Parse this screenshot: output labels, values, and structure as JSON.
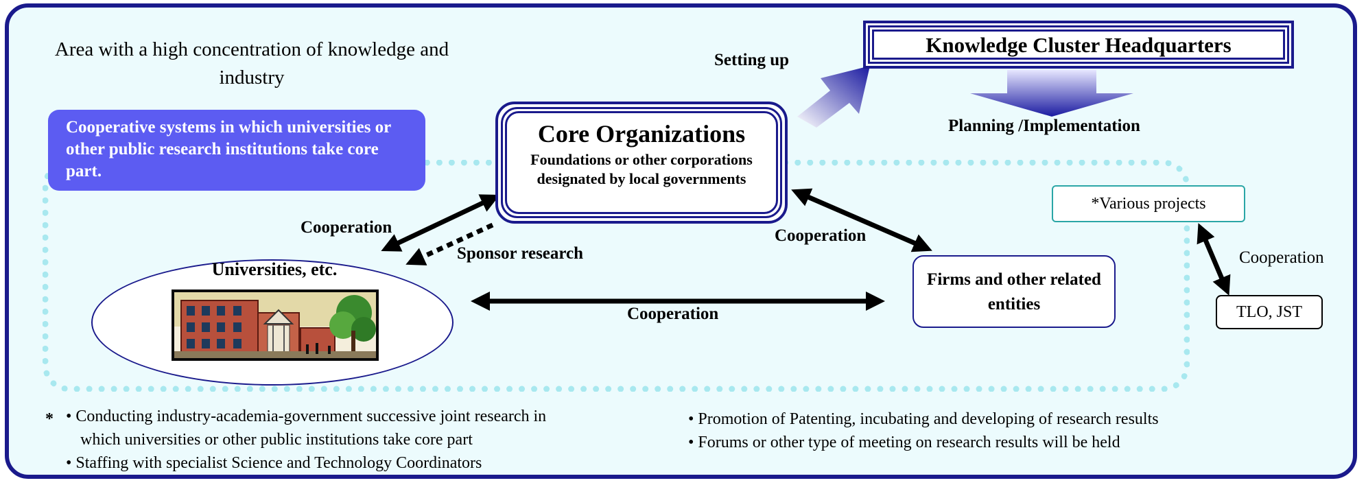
{
  "area_title": "Area with a high concentration of knowledge and industry",
  "coop_systems": "Cooperative systems in which universities or other public research institutions take core part.",
  "core": {
    "title": "Core Organizations",
    "subtitle": "Foundations or other corporations designated by local governments"
  },
  "hq": {
    "title": "Knowledge Cluster Headquarters"
  },
  "labels": {
    "setting_up": "Setting up",
    "planning": "Planning /Implementation",
    "coop_univ_core": "Cooperation",
    "sponsor": "Sponsor research",
    "coop_core_firms": "Cooperation",
    "coop_univ_firms": "Cooperation",
    "coop_projects_tlo": "Cooperation"
  },
  "universities": "Universities, etc.",
  "firms": "Firms and other related entities",
  "projects": "*Various projects",
  "tlo": "TLO, JST",
  "asterisk": "*",
  "bullets_left": [
    "• Conducting industry-academia-government successive joint research in",
    "which universities or other public institutions take core part",
    "• Staffing with specialist Science and Technology Coordinators"
  ],
  "bullets_right": [
    "• Promotion of Patenting, incubating and developing of research results",
    "• Forums or other type of meeting on research results will be held"
  ],
  "colors": {
    "navy": "#1a1a8c",
    "coop_box": "#5c5cf2",
    "dotted": "#a8e8ef",
    "background": "#ecfbfd"
  }
}
